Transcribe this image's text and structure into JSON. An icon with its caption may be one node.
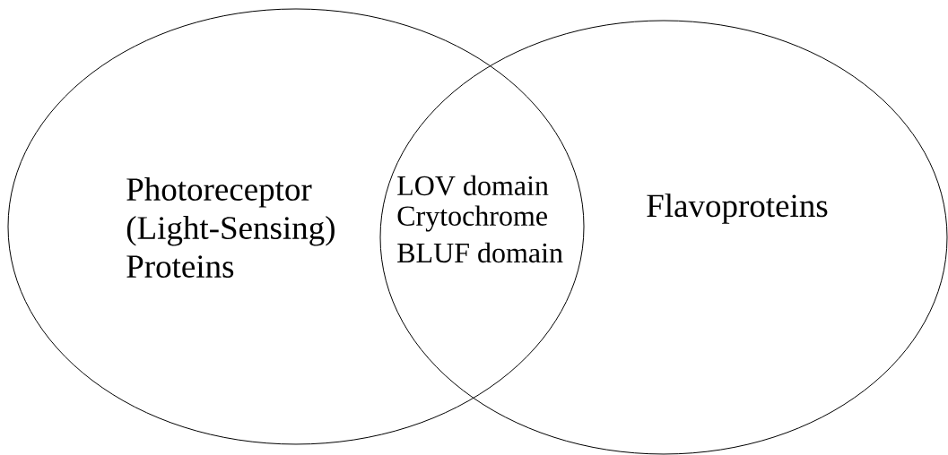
{
  "diagram": {
    "nodes": [
      {
        "text": [
          "Photoreceptor (Light-Sensing) Proteins"
        ]
      },
      {
        "text": [
          "Flavoproteins"
        ]
      }
    ],
    "labels": [
      "LOV domain",
      "Crytochrome",
      "BLUF domain"
    ]
  }
}
